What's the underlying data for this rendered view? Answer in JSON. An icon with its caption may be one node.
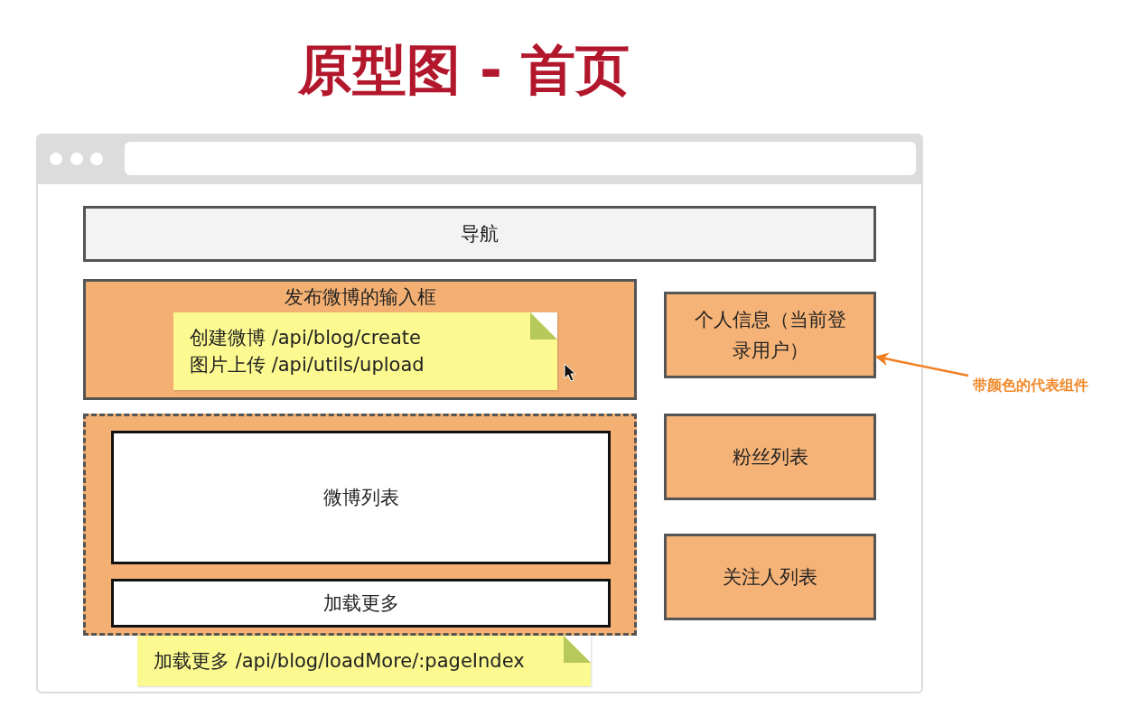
{
  "diagram": {
    "title": "原型图 - 首页",
    "nodes": [
      {
        "text": [
          "导航"
        ]
      },
      {
        "text": [
          "发布微博的输入框"
        ]
      },
      {
        "text": [
          "创建微博 /api/blog/create",
          "图片上传 /api/utils/upload"
        ],
        "in": 1
      },
      {
        "text": [],
        "shape": "box"
      },
      {
        "text": [
          "微博列表"
        ],
        "in": 3
      },
      {
        "text": [
          "加载更多"
        ],
        "in": 3
      },
      {
        "text": [
          "加载更多 /api/blog/loadMore/:pageIndex"
        ]
      },
      {
        "text": [
          "个人信息（当前登录用户）"
        ]
      },
      {
        "text": [
          "粉丝列表"
        ]
      },
      {
        "text": [
          "关注人列表"
        ]
      },
      {
        "text": [
          "带颜色的代表组件"
        ]
      }
    ],
    "edges": [
      {
        "from": 10,
        "to": 7,
        "arrow": "to",
        "color": "#f07f22"
      }
    ]
  }
}
